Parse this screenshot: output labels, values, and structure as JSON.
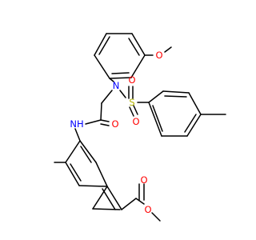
{
  "molecule": {
    "colors": {
      "carbon_bond": "#000000",
      "oxygen": "#ff0000",
      "nitrogen": "#0000ff",
      "sulfur": "#b3b300"
    },
    "labels": {
      "o_methoxy": "O",
      "n_sulfonamide": "N",
      "s_sulfonyl": "S",
      "o_sulfonyl_left": "O",
      "o_sulfonyl_bottom": "O",
      "nh_amide": "NH",
      "o_amide": "O",
      "o_ester_carbonyl": "O",
      "o_ester_ether": "O"
    }
  }
}
